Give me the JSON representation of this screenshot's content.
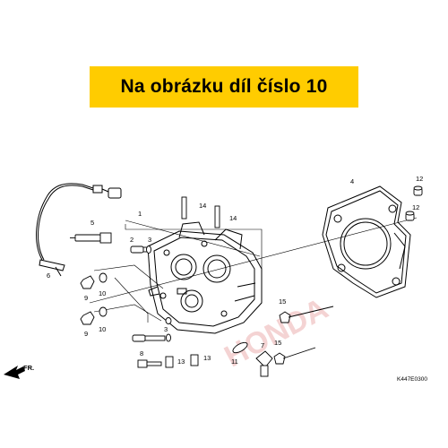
{
  "banner": {
    "text": "Na obrázku díl číslo 10"
  },
  "diagram": {
    "direction_label": "FR.",
    "watermark": "HONDA",
    "figure_code": "K447E0300",
    "part_numbers": [
      "1",
      "2",
      "3",
      "4",
      "5",
      "6",
      "7",
      "8",
      "9",
      "10",
      "11",
      "12",
      "13",
      "14",
      "15"
    ]
  },
  "colors": {
    "banner": "#ffcc00",
    "ink": "#000000",
    "watermark": "#f2c9c9"
  }
}
